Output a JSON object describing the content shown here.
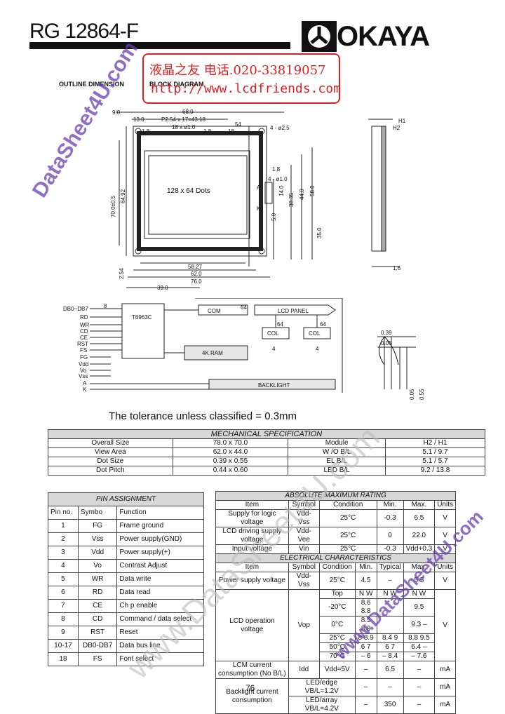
{
  "header": {
    "part_number": "RG 12864-F",
    "brand": "OKAYA"
  },
  "sections": {
    "outline": "OUTLINE DIMENSION",
    "block": "BLOCK DIAGRAM"
  },
  "stamp": {
    "line1": "液晶之友 电话.020-33819057",
    "line2": "http://www.lcdfriends.com"
  },
  "watermarks": {
    "main": "www.DataSheet4U.com",
    "left": "DataSheet4U.com",
    "right": "www.DataSheet4U.com"
  },
  "outline": {
    "dims": [
      "68.0",
      "9.0",
      "13.0",
      "P2.54 x 17=43.18",
      "18 x ø1.0",
      "54",
      "1.8",
      "1.8",
      "18",
      "4 - ø2.5",
      "70.0±0.5",
      "64.92",
      "128 x 64   Dots",
      "1.8",
      "4 - ø1.0",
      "14.0",
      "38.35",
      "44.0",
      "58.0",
      "5.0",
      "35.0",
      "2.54",
      "58.27",
      "62.0",
      "76.0",
      "39.0",
      "A",
      "K",
      "H1",
      "H2",
      "1.6"
    ],
    "display_label": "128 x 64   Dots"
  },
  "block": {
    "signals": [
      "DB0~DB7",
      "RD",
      "WR",
      "CD",
      "CE",
      "RST",
      "FS",
      "FG",
      "Vdd",
      "Vo",
      "Vss",
      "A",
      "K"
    ],
    "bus_width": "8",
    "controller": "T6963C",
    "com": "COM",
    "com_n": "64",
    "panel": "LCD PANEL",
    "col1": "COL",
    "col1_n": "64",
    "col1_d": "4",
    "col2": "COL",
    "col2_n": "64",
    "col2_d": "4",
    "ram": "4K RAM",
    "backlight": "BACKLIGHT",
    "dot": [
      "0.39",
      "0.05",
      "0.05",
      "0.55"
    ]
  },
  "tolerance": "The  tolerance  unless  classified  = 0.3mm",
  "mechanical": {
    "title": "MECHANICAL  SPECIFICATION",
    "rows": [
      [
        "Overall Size",
        "78.0 x 70.0",
        "Module",
        "H2 / H1"
      ],
      [
        "View Area",
        "62.0 x 44.0",
        "W /O  B/L",
        "5.1 / 9.7"
      ],
      [
        "Dot Size",
        "0.39 x 0.55",
        "EL  B/L",
        "5.1 / 5.7"
      ],
      [
        "Dot Pitch",
        "0.44 x 0.60",
        "LED B/L",
        "9.2 / 13.8"
      ]
    ]
  },
  "pins": {
    "title": "PIN  ASSIGNMENT",
    "headers": [
      "Pin no.",
      "Symbo",
      "Function"
    ],
    "rows": [
      [
        "1",
        "FG",
        "Frame ground"
      ],
      [
        "2",
        "Vss",
        "Power supply(GND)"
      ],
      [
        "3",
        "Vdd",
        "Power supply(+)"
      ],
      [
        "4",
        "Vo",
        "Contrast Adjust"
      ],
      [
        "5",
        "WR",
        "Data write"
      ],
      [
        "6",
        "RD",
        "Data read"
      ],
      [
        "7",
        "CE",
        "Ch p enable"
      ],
      [
        "8",
        "CD",
        "Command / data select"
      ],
      [
        "9",
        "RST",
        "Reset"
      ],
      [
        "10-17",
        "DB0-DB7",
        "Data bus line"
      ],
      [
        "18",
        "FS",
        "Font select"
      ]
    ]
  },
  "absmax": {
    "title": "ABSOLUTE  MAXIMUM  RATING",
    "headers": [
      "Item",
      "Symbol",
      "Condition",
      "Min.",
      "Max.",
      "Units"
    ],
    "rows": [
      [
        "Supply for logic voltage",
        "Vdd-Vss",
        "25°C",
        "-0.3",
        "6.5",
        "V"
      ],
      [
        "LCD driving supply voltage",
        "Vdd-Vee",
        "25°C",
        "0",
        "22.0",
        "V"
      ],
      [
        "Input voltage",
        "Vin",
        "25°C",
        "-0.3",
        "Vdd+0.3",
        "V"
      ]
    ]
  },
  "elec": {
    "title": "ELECTRICAL  CHARACTERISTICS",
    "headers": [
      "Item",
      "Symbol",
      "Condition",
      "Min.",
      "Typical",
      "Max.",
      "Units"
    ],
    "power": [
      "Power supply voltage",
      "Vdd-Vss",
      "25°C",
      "4.5",
      "–",
      "5.5",
      "V"
    ],
    "lcd_item": "LCD operation voltage",
    "lcd_sym": "Vop",
    "lcd_sub": [
      "Top",
      "N",
      "W",
      "N",
      "W",
      "N",
      "W"
    ],
    "lcd_rows": [
      [
        "-20°C",
        "8.6",
        "8.8",
        "",
        "",
        "9.5",
        ""
      ],
      [
        "0°C",
        "8.5",
        "8.9",
        "",
        "",
        "9.3",
        "–"
      ],
      [
        "25°C",
        "8",
        "8.9",
        "8.4",
        "9",
        "8.8",
        "9.5"
      ],
      [
        "50°C",
        "6",
        "7",
        "6",
        "7",
        "6.4",
        "–"
      ],
      [
        "70°C",
        "–",
        "6",
        "–",
        "8.4",
        "–",
        "7.6"
      ]
    ],
    "lcd_unit": "V",
    "idd": [
      "LCM current consumption (No B/L)",
      "Idd",
      "Vdd=5V",
      "–",
      "6.5",
      "–",
      "mA"
    ],
    "bl_item": "Backlight current consumption",
    "bl1": [
      "LED/edge  VB/L=1.2V",
      "–",
      "–",
      "–",
      "mA"
    ],
    "bl2": [
      "LED/array  VB/L=4.2V",
      "–",
      "350",
      "–",
      "mA"
    ]
  },
  "page_number": "76"
}
